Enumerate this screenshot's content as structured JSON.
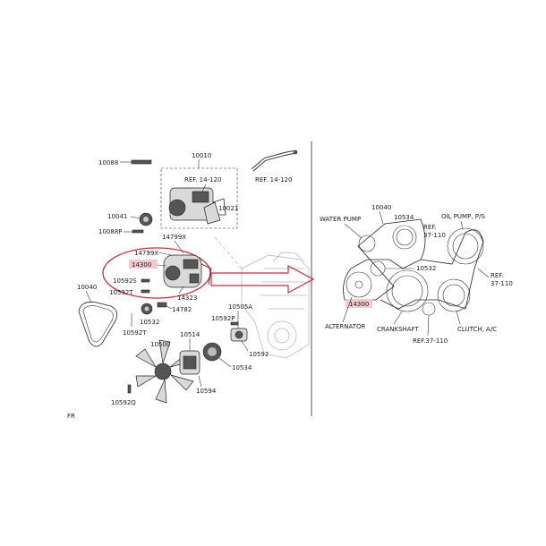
{
  "left_panel": {
    "parts": {
      "p10088": "10088",
      "p10010": "10010",
      "ref_a": "REF. 14-120",
      "ref_b": "REF. 14-120",
      "p10021": "10021",
      "p10041": "10041",
      "p10088p": "10088P",
      "p14799x_a": "14799X",
      "p14799x_b": "14799X",
      "p14300": "14300",
      "p10040": "10040",
      "p10592s": "10592S",
      "p10592t_a": "10592T",
      "p14323": "14323",
      "p14782": "14782",
      "p10532": "10532",
      "p10592t_b": "10592T",
      "p10505a": "10505A",
      "p10592p": "10592P",
      "p10500": "10500",
      "p10514": "10514",
      "p10534": "10534",
      "p10592": "10592",
      "p10594": "10594",
      "p10592q": "10592Q"
    },
    "fr_label": "FR"
  },
  "right_panel": {
    "labels": {
      "p10040": "10040",
      "water_pump": "WATER PUMP",
      "p10534": "10534",
      "oil_pump": "OIL PUMP, P/S",
      "ref_37_110_a_1": "REF.",
      "ref_37_110_a_2": "37-110",
      "p10532": "10532",
      "ref_37_110_b_1": "REF.",
      "ref_37_110_b_2": "37-110",
      "p14300": "14300",
      "alternator": "ALTERNATOR",
      "crankshaft": "CRANKSHAFT",
      "clutch_ac": "CLUTCH, A/C",
      "ref_37_110_c": "REF.37-110"
    }
  }
}
